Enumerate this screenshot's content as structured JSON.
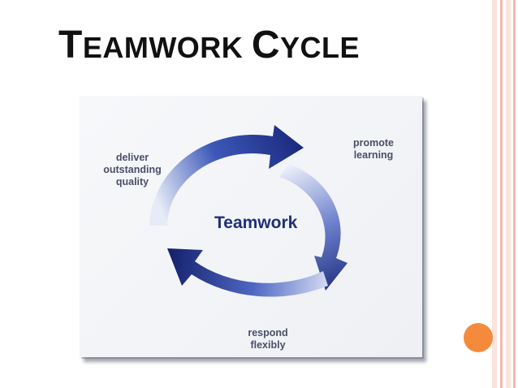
{
  "slide": {
    "title_first_letter_1": "T",
    "title_rest_1": "EAMWORK",
    "title_first_letter_2": "C",
    "title_rest_2": "YCLE"
  },
  "diagram": {
    "center": "Teamwork",
    "stages": {
      "top_right": "promote\nlearning",
      "bottom": "respond\nflexibly",
      "top_left": "deliver\noutstanding\nquality"
    }
  },
  "colors": {
    "arrow_dark": "#1c2a7a",
    "arrow_light": "#c9d2ef",
    "accent_orange": "#f58a3c",
    "stripe_pink": "#f4b7ae"
  }
}
